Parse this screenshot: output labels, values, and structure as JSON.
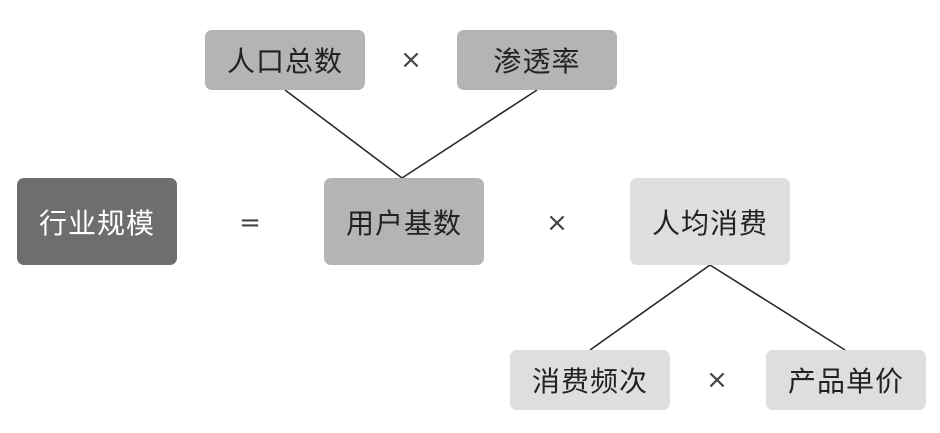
{
  "nodes": {
    "industry_scale": "行业规模",
    "user_base": "用户基数",
    "per_capita_spend": "人均消费",
    "total_population": "人口总数",
    "penetration_rate": "渗透率",
    "consumption_frequency": "消费频次",
    "unit_price": "产品单价"
  },
  "operators": {
    "equals": "=",
    "times": "×"
  }
}
